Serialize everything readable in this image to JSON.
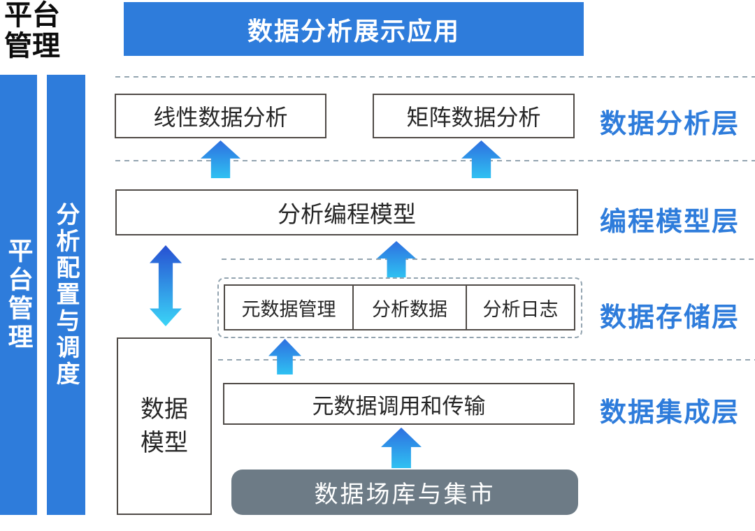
{
  "corner_title": {
    "line1": "平台",
    "line2": "管理"
  },
  "banner": {
    "label": "数据分析展示应用"
  },
  "sidebars": [
    {
      "label": "平台管理"
    },
    {
      "label": "分析配置与调度"
    }
  ],
  "layers": [
    {
      "name": "数据分析层",
      "boxes": [
        "线性数据分析",
        "矩阵数据分析"
      ]
    },
    {
      "name": "编程模型层",
      "boxes": [
        "分析编程模型"
      ]
    },
    {
      "name": "数据存储层",
      "boxes": [
        "元数据管理",
        "分析数据",
        "分析日志"
      ]
    },
    {
      "name": "数据集成层",
      "boxes": [
        "元数据调用和传输"
      ]
    }
  ],
  "side_box": {
    "label": "数据模型"
  },
  "source_box": {
    "label": "数据场库与集市"
  },
  "colors": {
    "accent_blue": "#2e7cdb",
    "label_blue": "#2e7cdb",
    "slate_gray": "#6d7b86",
    "dash_gray": "#93a4b0",
    "box_border": "#4f4a46",
    "arrow_gradient_top": "#2e6fe0",
    "arrow_gradient_bottom": "#2fc1f2"
  }
}
